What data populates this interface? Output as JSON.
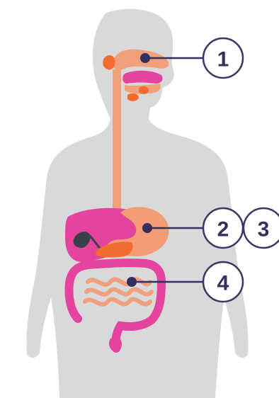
{
  "colors": {
    "body_silhouette": "#d9d9da",
    "esophagus": "#f0a17c",
    "stomach": "#f29d76",
    "liver": "#e5449e",
    "large_intestine": "#e5449e",
    "small_intestine": "#f0a07f",
    "pancreas": "#f26b2f",
    "gallbladder": "#3b3f47",
    "salivary_glands": "#f26b2f",
    "callout_line": "#33305f",
    "callout_dot": "#33305f",
    "callout_circle_border": "#3a3763",
    "callout_text": "#33305f"
  },
  "callouts": [
    {
      "label": "1",
      "organ": "mouth"
    },
    {
      "label": "2",
      "organ": "stomach"
    },
    {
      "label": "3",
      "organ": "stomach"
    },
    {
      "label": "4",
      "organ": "small-intestine"
    }
  ]
}
